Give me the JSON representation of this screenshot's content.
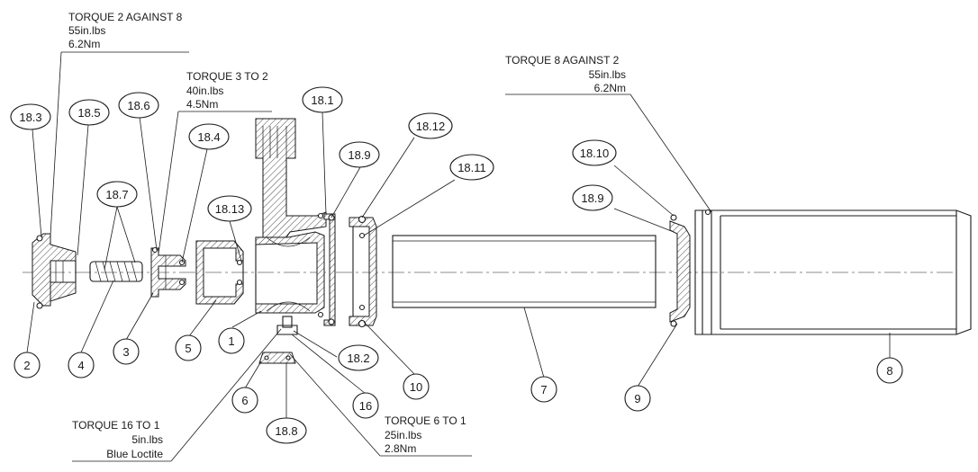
{
  "torque_notes": {
    "t2_against_8": [
      "TORQUE 2 AGAINST 8",
      "55in.lbs",
      "6.2Nm"
    ],
    "t3_to_2": [
      "TORQUE 3 TO 2",
      "40in.lbs",
      "4.5Nm"
    ],
    "t8_against_2": [
      "TORQUE 8 AGAINST 2",
      "55in.lbs",
      "6.2Nm"
    ],
    "t16_to_1": [
      "TORQUE 16 TO 1",
      "5in.lbs",
      "Blue Loctite"
    ],
    "t6_to_1": [
      "TORQUE 6 TO 1",
      "25in.lbs",
      "2.8Nm"
    ]
  },
  "balloons": {
    "b18_3": "18.3",
    "b18_5": "18.5",
    "b18_6": "18.6",
    "b18_7": "18.7",
    "b18_4": "18.4",
    "b18_13": "18.13",
    "b18_1": "18.1",
    "b18_9a": "18.9",
    "b18_12": "18.12",
    "b18_11": "18.11",
    "b18_10": "18.10",
    "b18_9b": "18.9",
    "b18_2": "18.2",
    "b18_8": "18.8",
    "p1": "1",
    "p2": "2",
    "p3": "3",
    "p4": "4",
    "p5": "5",
    "p6": "6",
    "p7": "7",
    "p8": "8",
    "p9": "9",
    "p10": "10",
    "p16": "16"
  }
}
